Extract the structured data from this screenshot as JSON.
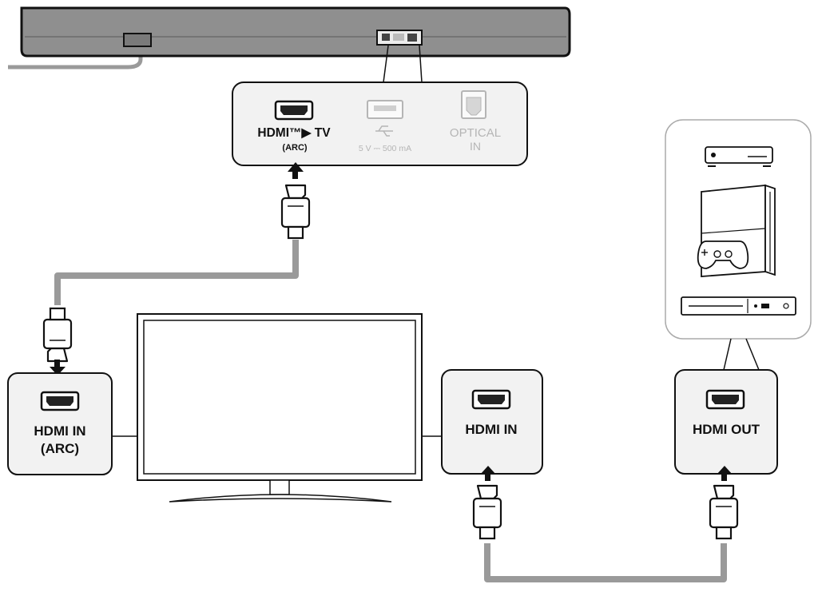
{
  "soundbar_panel": {
    "hdmi_label": "HDMI™▶ TV",
    "arc_label": "(ARC)",
    "usb_spec": "5 V ⎓ 500 mA",
    "optical_line1": "OPTICAL",
    "optical_line2": "IN"
  },
  "tv_left_port": {
    "line1": "HDMI IN",
    "line2": "(ARC)"
  },
  "tv_right_port": {
    "label": "HDMI IN"
  },
  "source_port": {
    "label": "HDMI OUT"
  },
  "colors": {
    "soundbar_body": "#8f8f8f",
    "cable": "#9a9a9a",
    "panel_bg": "#f2f2f2",
    "outline": "#1a1a1a",
    "faded": "#b5b5b5"
  },
  "icons": [
    "soundbar",
    "hdmi-port-icon",
    "usb-port-icon",
    "optical-port-icon",
    "hdmi-plug-icon",
    "arrow-up-icon",
    "arrow-down-icon",
    "tv",
    "set-top-box-icon",
    "game-console-icon",
    "gamepad-icon",
    "blu-ray-player-icon"
  ]
}
